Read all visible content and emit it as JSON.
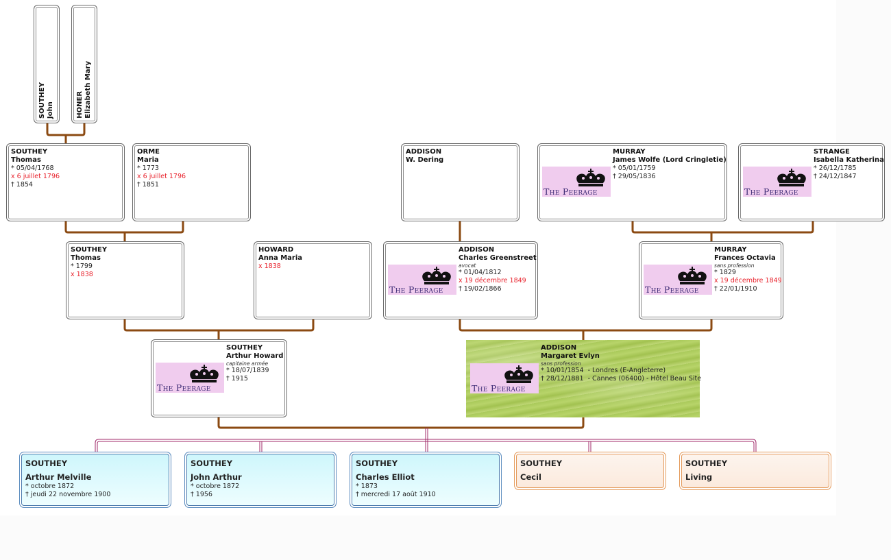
{
  "tree": {
    "logo_label": "The Peerage",
    "colors": {
      "ancestor_line": "#8b4a12",
      "child_line": "#a02a6a",
      "marriage_text": "#e8202a",
      "child_card_male": "#cdf6fc",
      "child_card_unknown": "#fbe9dc",
      "logo_background": "#f0ccee"
    },
    "people": {
      "john_southey": {
        "surname": "SOUTHEY",
        "given": "John"
      },
      "elizabeth_honer": {
        "surname": "HONER",
        "given": "Elizabeth Mary"
      },
      "thomas_southey_sr": {
        "surname": "SOUTHEY",
        "given": "Thomas",
        "birth": "* 05/04/1768",
        "marriage": "x 6 juillet 1796",
        "death": "† 1854"
      },
      "maria_orme": {
        "surname": "ORME",
        "given": "Maria",
        "birth": "* 1773",
        "marriage": "x 6 juillet 1796",
        "death": "† 1851"
      },
      "w_dering_addison": {
        "surname": "ADDISON",
        "given": "W. Dering"
      },
      "james_murray": {
        "surname": "MURRAY",
        "given": "James Wolfe (Lord Cringletie)",
        "birth": "* 05/01/1759",
        "death": "† 29/05/1836"
      },
      "isabella_strange": {
        "surname": "STRANGE",
        "given": "Isabella Katherina",
        "birth": "* 26/12/1785",
        "death": "† 24/12/1847"
      },
      "thomas_southey_jr": {
        "surname": "SOUTHEY",
        "given": "Thomas",
        "birth": "* 1799",
        "marriage": "x 1838"
      },
      "anna_howard": {
        "surname": "HOWARD",
        "given": "Anna Maria",
        "marriage": "x 1838"
      },
      "charles_addison": {
        "surname": "ADDISON",
        "given": "Charles Greenstreet",
        "occupation": "avocat",
        "birth": "* 01/04/1812",
        "marriage": "x 19 décembre 1849",
        "death": "† 19/02/1866"
      },
      "frances_murray": {
        "surname": "MURRAY",
        "given": "Frances Octavia",
        "occupation": "sans profession",
        "birth": "* 1829",
        "marriage": "x 19 décembre 1849",
        "death": "† 22/01/1910"
      },
      "arthur_southey": {
        "surname": "SOUTHEY",
        "given": "Arthur Howard",
        "occupation": "capitaine armée",
        "birth": "* 18/07/1839",
        "death": "† 1915"
      },
      "margaret_addison": {
        "surname": "ADDISON",
        "given": "Margaret Evlyn",
        "occupation": "sans profession",
        "birth": "* 10/01/1854  - Londres (E-Angleterre)",
        "death": "† 28/12/1881  - Cannes (06400) - Hôtel Beau Site"
      }
    },
    "children": [
      {
        "surname": "SOUTHEY",
        "given": "Arthur Melville",
        "birth": "* octobre 1872",
        "death": "† jeudi 22 novembre 1900",
        "sex": "male"
      },
      {
        "surname": "SOUTHEY",
        "given": "John Arthur",
        "birth": "* octobre 1872",
        "death": "† 1956",
        "sex": "male"
      },
      {
        "surname": "SOUTHEY",
        "given": "Charles Elliot",
        "birth": "* 1873",
        "death": "† mercredi 17 août 1910",
        "sex": "male"
      },
      {
        "surname": "SOUTHEY",
        "given": "Cecil",
        "sex": "unknown"
      },
      {
        "surname": "SOUTHEY",
        "given": "Living",
        "sex": "unknown"
      }
    ]
  }
}
